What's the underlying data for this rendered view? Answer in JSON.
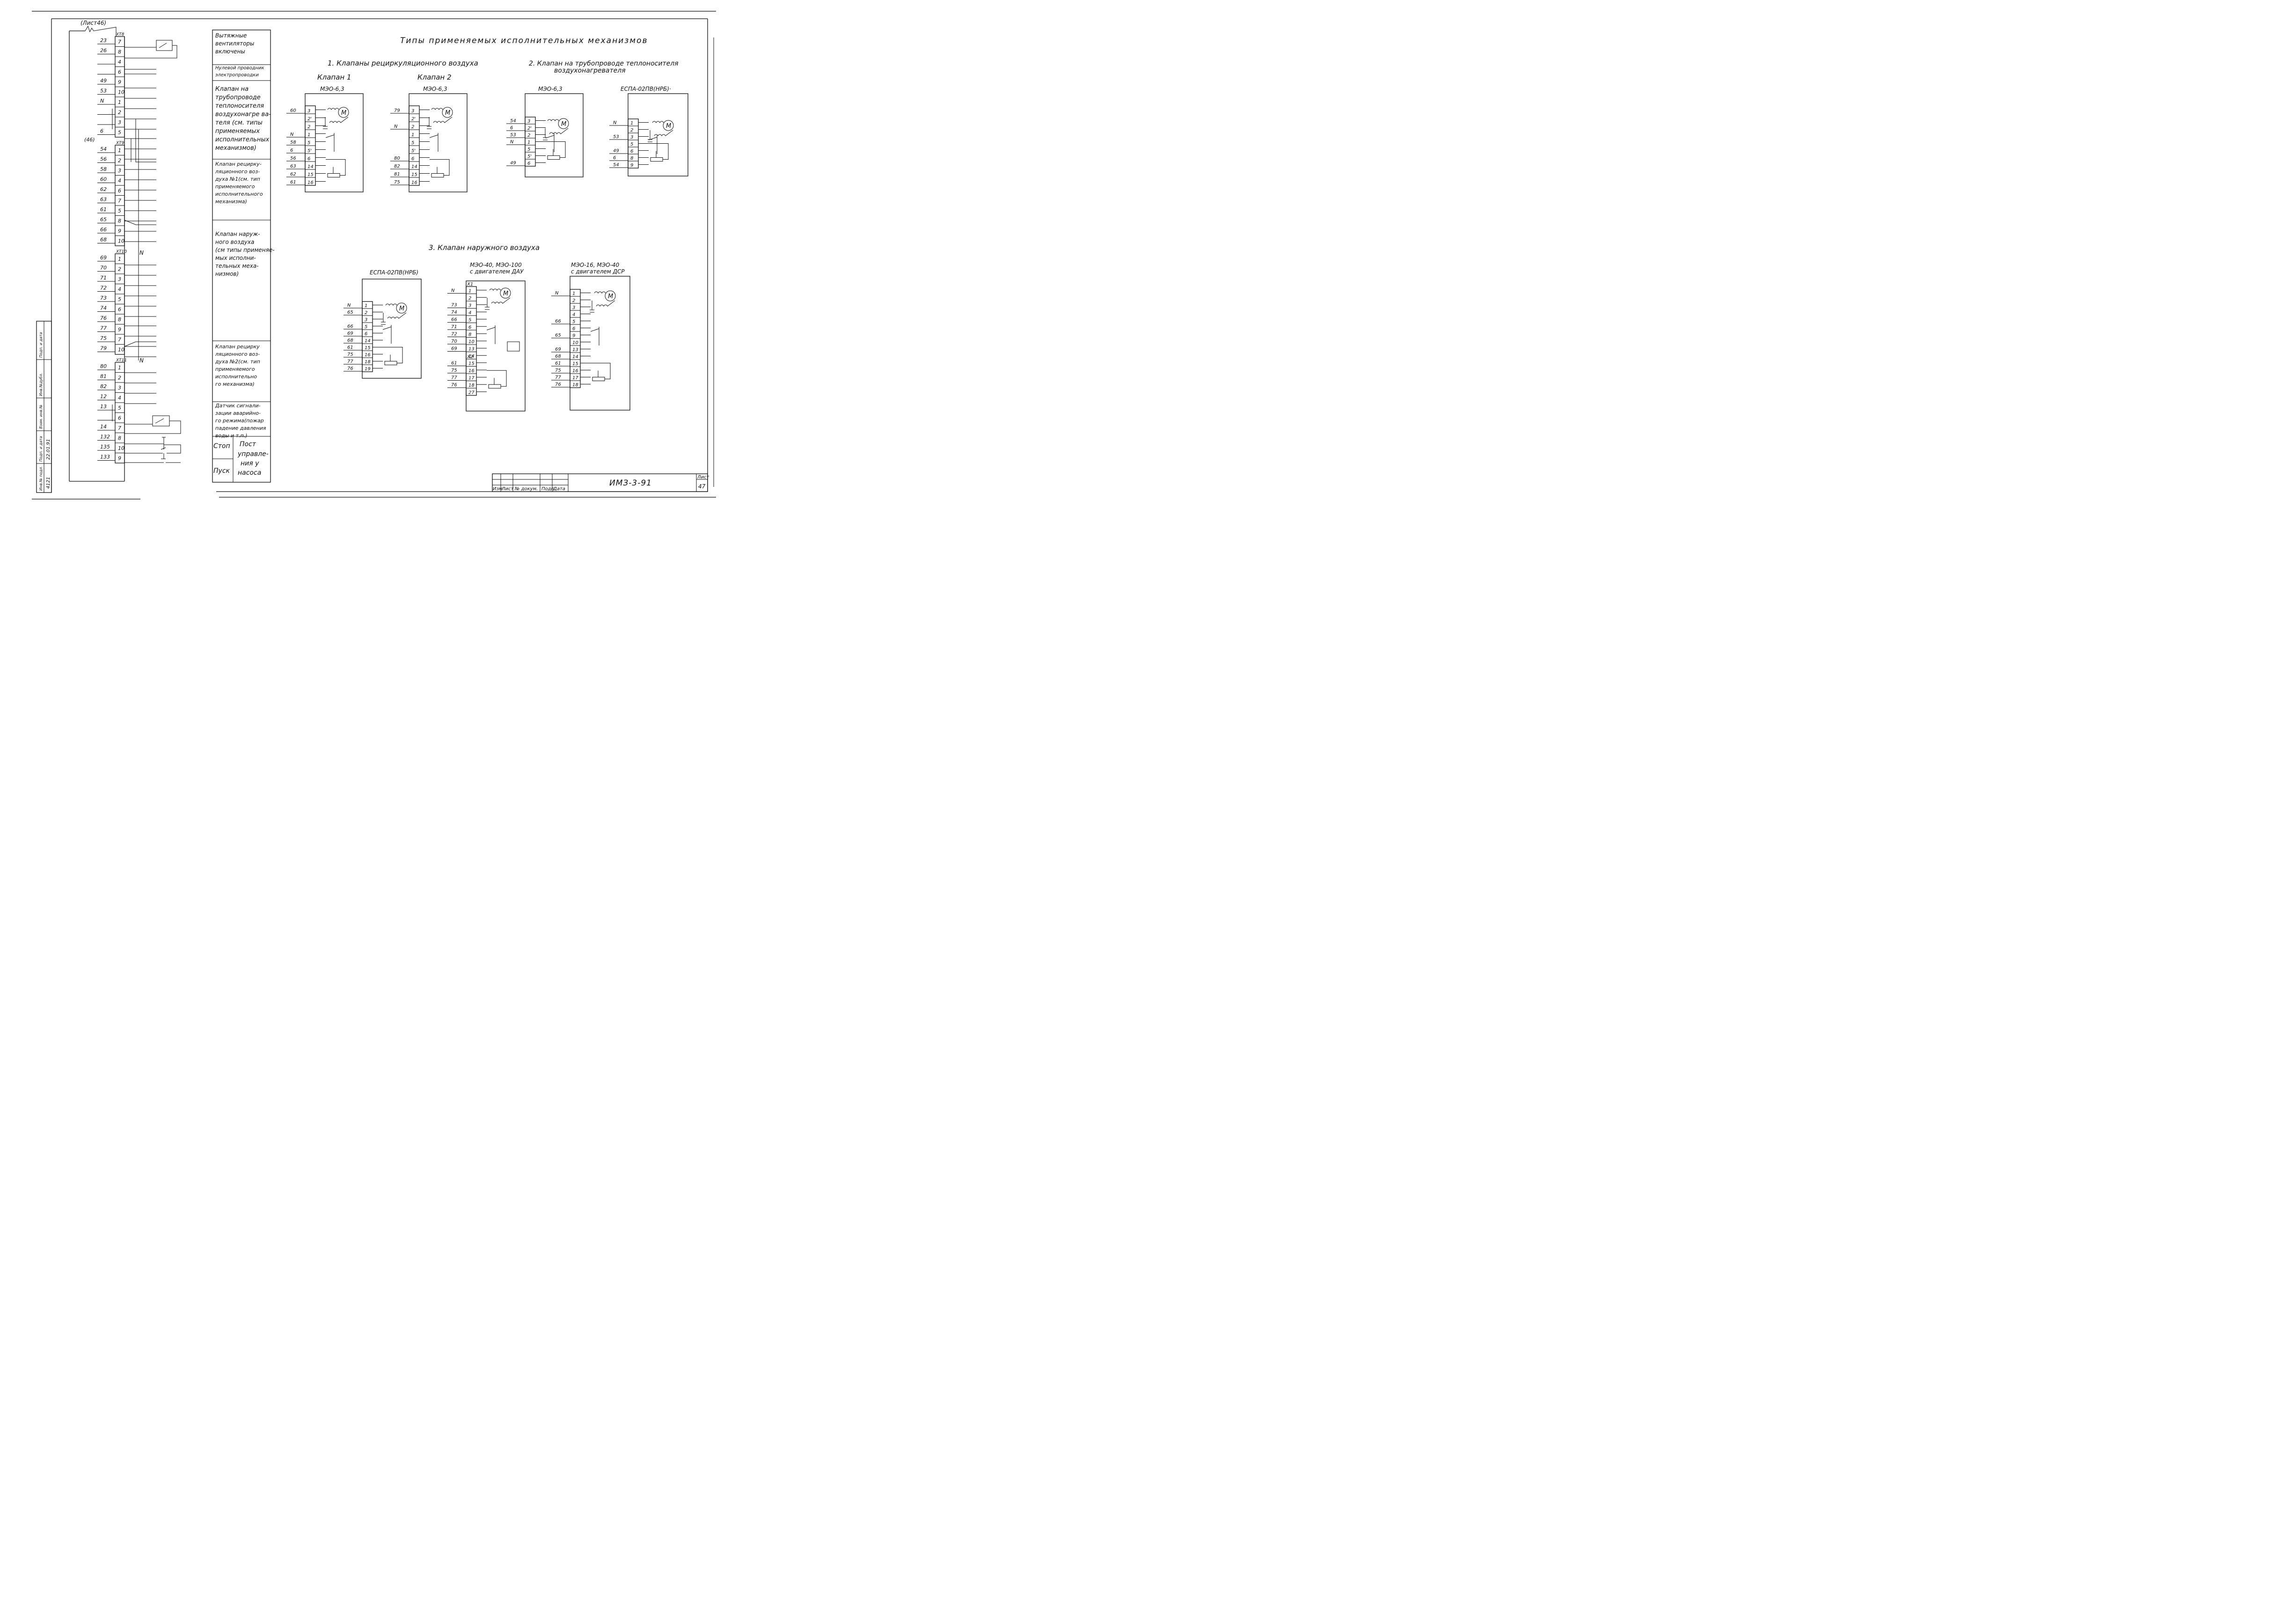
{
  "sheet": {
    "title": "Типы применяемых исполнительных механизмов",
    "code": "ИМЗ-3-91",
    "sheet_label": "Лист",
    "sheet_no": "47",
    "ref_top": "(Лист46)",
    "ref_side": "(46)"
  },
  "stamp": {
    "cols": [
      "Изм",
      "Лист",
      "№ докум.",
      "Подп.",
      "Дата"
    ]
  },
  "side_stamp": {
    "labels": [
      "Инв.№ подл.",
      "Подп. и дата",
      "Взам. инв.№",
      "Инв.№дубл.",
      "Подп. и дата"
    ],
    "values": [
      "4121",
      "22.01.91"
    ]
  },
  "terminal_blocks": [
    {
      "name": "ХТ8",
      "rows": [
        {
          "wire": "23",
          "pin": "7"
        },
        {
          "wire": "26",
          "pin": "8"
        },
        {
          "wire": "",
          "pin": "4"
        },
        {
          "wire": "",
          "pin": "6"
        },
        {
          "wire": "49",
          "pin": "9"
        },
        {
          "wire": "53",
          "pin": "10"
        },
        {
          "wire": "N",
          "pin": "1"
        },
        {
          "wire": "",
          "pin": "2"
        },
        {
          "wire": "",
          "pin": "3"
        },
        {
          "wire": "6",
          "pin": "5"
        }
      ]
    },
    {
      "name": "ХТ9",
      "rows": [
        {
          "wire": "54",
          "pin": "1"
        },
        {
          "wire": "56",
          "pin": "2"
        },
        {
          "wire": "58",
          "pin": "3"
        },
        {
          "wire": "60",
          "pin": "4"
        },
        {
          "wire": "62",
          "pin": "6"
        },
        {
          "wire": "63",
          "pin": "7"
        },
        {
          "wire": "61",
          "pin": "5"
        },
        {
          "wire": "65",
          "pin": "8"
        },
        {
          "wire": "66",
          "pin": "9"
        },
        {
          "wire": "68",
          "pin": "10"
        }
      ]
    },
    {
      "name": "ХТ10",
      "rows": [
        {
          "wire": "69",
          "pin": "1"
        },
        {
          "wire": "70",
          "pin": "2"
        },
        {
          "wire": "71",
          "pin": "3"
        },
        {
          "wire": "72",
          "pin": "4"
        },
        {
          "wire": "73",
          "pin": "5"
        },
        {
          "wire": "74",
          "pin": "6"
        },
        {
          "wire": "76",
          "pin": "8"
        },
        {
          "wire": "77",
          "pin": "9"
        },
        {
          "wire": "75",
          "pin": "7"
        },
        {
          "wire": "79",
          "pin": "10"
        }
      ]
    },
    {
      "name": "ХТ11",
      "rows": [
        {
          "wire": "80",
          "pin": "1"
        },
        {
          "wire": "81",
          "pin": "2"
        },
        {
          "wire": "82",
          "pin": "3"
        },
        {
          "wire": "12",
          "pin": "4"
        },
        {
          "wire": "13",
          "pin": "5"
        },
        {
          "wire": "",
          "pin": "6"
        },
        {
          "wire": "14",
          "pin": "7"
        },
        {
          "wire": "132",
          "pin": "8"
        },
        {
          "wire": "135",
          "pin": "10"
        },
        {
          "wire": "133",
          "pin": "9"
        }
      ]
    }
  ],
  "n_labels": [
    "N",
    "N"
  ],
  "descriptions": [
    {
      "lines": [
        "Вытяжные",
        "вентиляторы",
        "включены"
      ]
    },
    {
      "lines": [
        "Нулевой проводник",
        "электропроводки"
      ]
    },
    {
      "lines": [
        "Клапан на",
        "трубопроводе",
        "теплоносителя",
        "воздухонагре ва-",
        "теля (см. типы",
        "применяемых",
        "исполнительных",
        "механизмов)"
      ]
    },
    {
      "lines": [
        "Клапан рецирку-",
        "ляционного воз-",
        "духа №1(см. тип",
        "применяемого",
        "исполнительного",
        "механизма)"
      ]
    },
    {
      "lines": [
        "Клапан наруж-",
        "ного воздуха",
        "(см типы применяе-",
        "мых исполни-",
        "тельных меха-",
        "низмов)"
      ]
    },
    {
      "lines": [
        "Клапан рецирку",
        "ляционного воз-",
        "духа №2(см. тип",
        "применяемого",
        "исполнительно",
        "го механизма)"
      ]
    },
    {
      "lines": [
        "Датчик сигнали-",
        "зации аварийно-",
        "го режима(пожар",
        "падение давления",
        "воды и т.п.)"
      ]
    }
  ],
  "pump_post": {
    "stop": "Стоп",
    "start": "Пуск",
    "post": [
      "Пост",
      "управле-",
      "ния у",
      "насоса"
    ]
  },
  "sections": {
    "s1": "1. Клапаны рециркуляционного воздуха",
    "s2_l1": "2. Клапан на трубопроводе теплоносителя",
    "s2_l2": "воздухонагревателя",
    "s3": "3. Клапан наружного воздуха"
  },
  "devices": [
    {
      "id": "valve1",
      "header": "Клапан 1",
      "model": "МЭО-6,3",
      "motor": "M",
      "pins": [
        "3",
        "2'",
        "2",
        "1",
        "5",
        "5'",
        "6",
        "14",
        "15",
        "16"
      ],
      "wires": [
        "60",
        "",
        "",
        "N",
        "58",
        "6",
        "56",
        "63",
        "62",
        "61"
      ]
    },
    {
      "id": "valve2",
      "header": "Клапан 2",
      "model": "МЭО-6,3",
      "motor": "M",
      "pins": [
        "3",
        "2'",
        "2",
        "1",
        "5",
        "5'",
        "6",
        "14",
        "15",
        "16"
      ],
      "wires": [
        "79",
        "",
        "N",
        "",
        "",
        "",
        "80",
        "82",
        "81",
        "75"
      ]
    },
    {
      "id": "heater-meo",
      "model": "МЭО-6,3",
      "motor": "M",
      "pins": [
        "3",
        "2'",
        "2",
        "1",
        "5",
        "5'",
        "6"
      ],
      "wires": [
        "54",
        "6",
        "53",
        "N",
        "",
        "",
        "49"
      ]
    },
    {
      "id": "heater-espa",
      "model": "ЕСПА-02ПВ(НРБ)·",
      "motor": "M",
      "pins": [
        "1",
        "2",
        "3",
        "5",
        "6",
        "8",
        "9"
      ],
      "wires": [
        "N",
        "",
        "53",
        "",
        "49",
        "6",
        "54"
      ]
    },
    {
      "id": "outdoor-espa",
      "model": "ЕСПА-02ПВ(НРБ)",
      "motor": "M",
      "pins": [
        "1",
        "2",
        "3",
        "5",
        "6",
        "14",
        "15",
        "16",
        "18",
        "19"
      ],
      "wires": [
        "N",
        "65",
        "",
        "66",
        "69",
        "68",
        "61",
        "75",
        "77",
        "76"
      ]
    },
    {
      "id": "outdoor-meo40",
      "model_l1": "МЭО-40, МЭО-100",
      "model_l2": "с двигателем ДАУ",
      "motor": "M",
      "x1": "X1",
      "x2": "X2",
      "pins": [
        "1",
        "2",
        "3",
        "4",
        "5",
        "6",
        "8",
        "10",
        "13",
        "14",
        "15",
        "16",
        "17",
        "18",
        "27"
      ],
      "wires": [
        "N",
        "",
        "73",
        "74",
        "66",
        "71",
        "72",
        "70",
        "69",
        "",
        "61",
        "75",
        "77",
        "76",
        ""
      ]
    },
    {
      "id": "outdoor-meo16",
      "model_l1": "МЭО-16, МЭО-40",
      "model_l2": "с двигателем ДСР",
      "motor": "M",
      "pins": [
        "1",
        "2",
        "3",
        "4",
        "5",
        "6",
        "9",
        "10",
        "13",
        "14",
        "15",
        "16",
        "17",
        "18"
      ],
      "wires": [
        "N",
        "",
        "",
        "",
        "66",
        "",
        "65",
        "",
        "69",
        "68",
        "61",
        "75",
        "77",
        "76"
      ]
    }
  ]
}
